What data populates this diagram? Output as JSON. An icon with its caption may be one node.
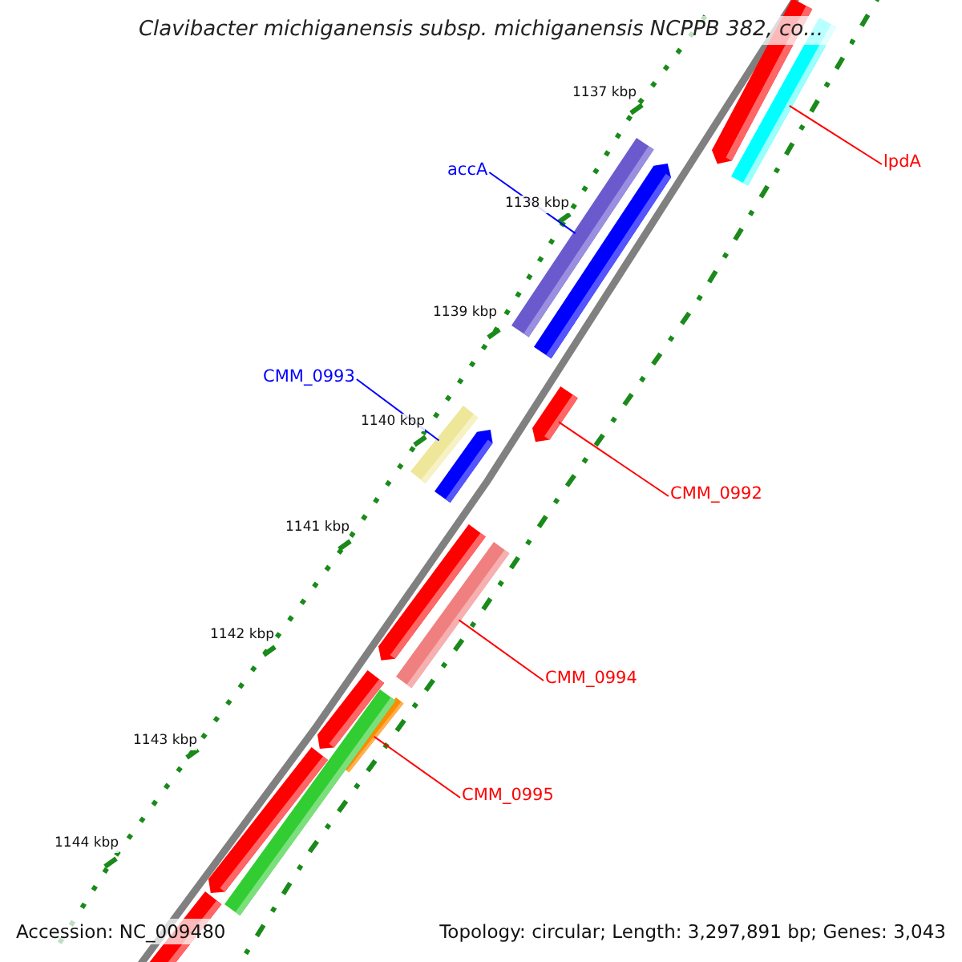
{
  "diagram": {
    "title": "Clavibacter michiganensis subsp. michiganensis NCPPB 382, co...",
    "nodes": [
      {
        "text": [
          "lpdA"
        ]
      },
      {
        "text": [
          "accA"
        ]
      },
      {
        "text": [
          "CMM_0993"
        ]
      },
      {
        "text": [
          "CMM_0992"
        ]
      },
      {
        "text": [
          "CMM_0994"
        ]
      },
      {
        "text": [
          "CMM_0995"
        ]
      },
      {
        "text": [],
        "shape": "bar"
      },
      {
        "text": [],
        "shape": "bar"
      },
      {
        "text": [],
        "shape": "bar"
      },
      {
        "text": [],
        "shape": "bar"
      },
      {
        "text": [],
        "shape": "bar"
      },
      {
        "text": [],
        "shape": "bar"
      },
      {
        "text": [],
        "shape": "bar"
      },
      {
        "text": [],
        "shape": "bar"
      },
      {
        "text": [],
        "shape": "bar"
      },
      {
        "text": [],
        "shape": "bar"
      },
      {
        "text": [],
        "shape": "bar"
      },
      {
        "text": [],
        "shape": "bar"
      },
      {
        "text": [],
        "shape": "bar"
      },
      {
        "text": [],
        "shape": "bar"
      }
    ],
    "edges": [
      {
        "from": 0,
        "to": 7,
        "arrow": "none"
      },
      {
        "from": 1,
        "to": 8,
        "arrow": "none",
        "color": "#0000ff"
      },
      {
        "from": 2,
        "to": 11,
        "arrow": "none",
        "color": "#0000ff"
      },
      {
        "from": 3,
        "to": 10,
        "arrow": "none"
      },
      {
        "from": 4,
        "to": 14,
        "arrow": "none"
      },
      {
        "from": 5,
        "to": 16,
        "arrow": "none"
      }
    ],
    "labels": [
      "1137 kbp",
      "1138 kbp",
      "1139 kbp",
      "1140 kbp",
      "1141 kbp",
      "1142 kbp",
      "1143 kbp",
      "1144 kbp",
      "Accession: NC_009480",
      "Topology: circular; Length: 3,297,891 bp; Genes: 3,043"
    ]
  }
}
